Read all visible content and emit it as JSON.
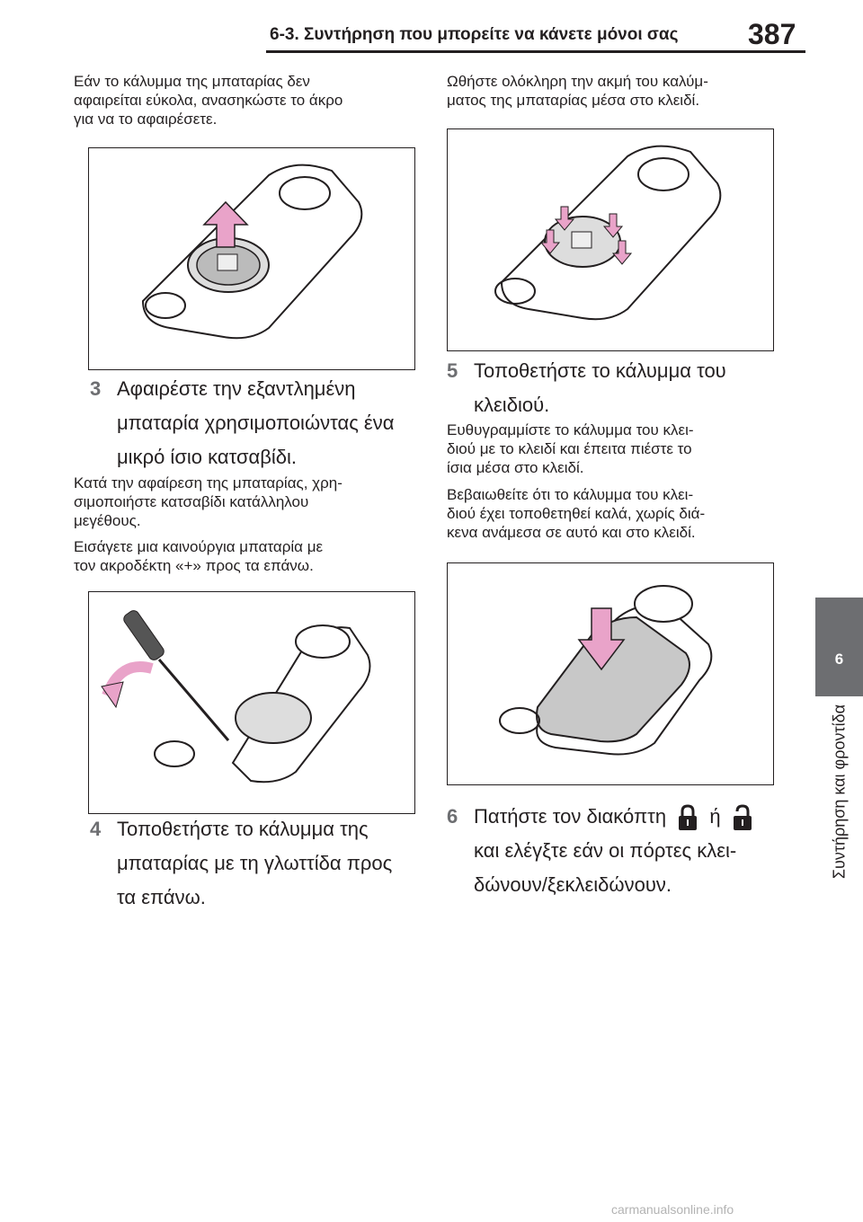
{
  "header": {
    "section_title": "6-3. Συντήρηση που μπορείτε να κάνετε μόνοι σας",
    "page_number": "387"
  },
  "side_tab": {
    "number": "6",
    "label": "Συντήρηση και φροντίδα"
  },
  "left": {
    "intro": [
      "Εάν το κάλυμμα της μπαταρίας δεν",
      "αφαιρείται εύκολα, ανασηκώστε το άκρο",
      "για να το αφαιρέσετε."
    ],
    "step3": {
      "number": "3",
      "lines": [
        "Αφαιρέστε την εξαντλημένη",
        "μπαταρία χρησιμοποιώντας ένα",
        "μικρό ίσιο κατσαβίδι."
      ]
    },
    "step3_note1": [
      "Κατά την αφαίρεση της μπαταρίας, χρη-",
      "σιμοποιήστε κατσαβίδι κατάλληλου",
      "μεγέθους."
    ],
    "step3_note2": [
      "Εισάγετε μια καινούργια μπαταρία με",
      "τον ακροδέκτη «+» προς τα επάνω."
    ],
    "step4": {
      "number": "4",
      "lines": [
        "Τοποθετήστε το κάλυμμα της",
        "μπαταρίας με τη γλωττίδα προς",
        "τα επάνω."
      ]
    }
  },
  "right": {
    "intro": [
      "Ωθήστε ολόκληρη την ακμή του καλύμ-",
      "ματος της μπαταρίας μέσα στο κλειδί."
    ],
    "step5": {
      "number": "5",
      "lines": [
        "Τοποθετήστε το κάλυμμα του",
        "κλειδιού."
      ]
    },
    "step5_note1": [
      "Ευθυγραμμίστε το κάλυμμα του κλει-",
      "διού με το κλειδί και έπειτα πιέστε το",
      "ίσια μέσα στο κλειδί."
    ],
    "step5_note2": [
      "Βεβαιωθείτε ότι το κάλυμμα του κλει-",
      "διού έχει τοποθετηθεί καλά, χωρίς διά-",
      "κενα ανάμεσα σε αυτό και στο κλειδί."
    ],
    "step6": {
      "number": "6",
      "line1_a": "Πατήστε τον διακόπτη",
      "line1_or": "ή",
      "line2": "και ελέγξτε εάν οι πόρτες κλει-",
      "line3": "δώνουν/ξεκλειδώνουν."
    }
  },
  "footer": {
    "watermark": "carmanualsonline.info"
  },
  "colors": {
    "arrow": "#e9a3c9",
    "tab": "#6d6e71",
    "step_number": "#6d6e71",
    "cover": "#c8c8c8"
  },
  "icons": {
    "lock": "lock-icon",
    "unlock": "unlock-icon"
  }
}
